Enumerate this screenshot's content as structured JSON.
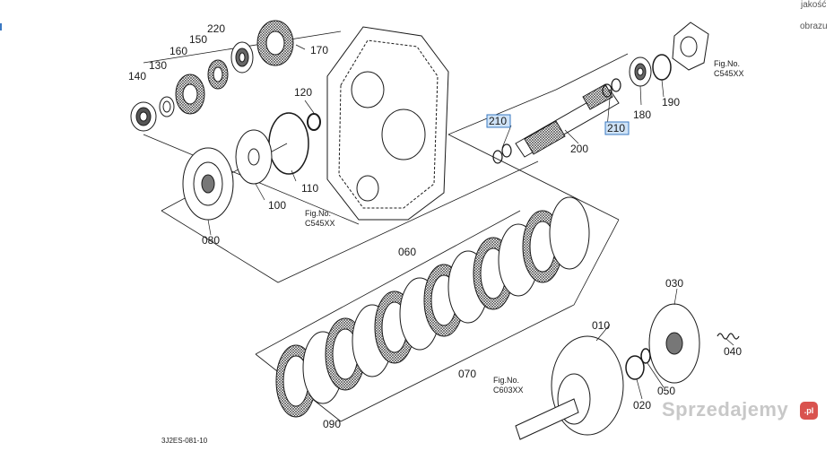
{
  "side_text": {
    "line1": "jakość",
    "line2": "obrazu"
  },
  "parts": {
    "p010": "010",
    "p020": "020",
    "p030": "030",
    "p040": "040",
    "p050": "050",
    "p060": "060",
    "p070": "070",
    "p080": "080",
    "p090": "090",
    "p100": "100",
    "p110": "110",
    "p120": "120",
    "p130": "130",
    "p140": "140",
    "p150": "150",
    "p160": "160",
    "p170": "170",
    "p180": "180",
    "p190": "190",
    "p200": "200",
    "p210a": "210",
    "p210b": "210",
    "p220": "220"
  },
  "fig_refs": {
    "ref_housing": {
      "label": "Fig.No.",
      "code": "C545XX"
    },
    "ref_cover": {
      "label": "Fig.No.",
      "code": "C545XX"
    },
    "ref_shaft": {
      "label": "Fig.No.",
      "code": "C603XX"
    }
  },
  "diagram_code": "3J2ES-081-10",
  "watermark": {
    "text": "Sprzedajemy",
    "badge": ".pl"
  },
  "colors": {
    "line": "#1a1a1a",
    "highlight_fill": "#cfe3f7",
    "highlight_border": "#3a78c2"
  }
}
